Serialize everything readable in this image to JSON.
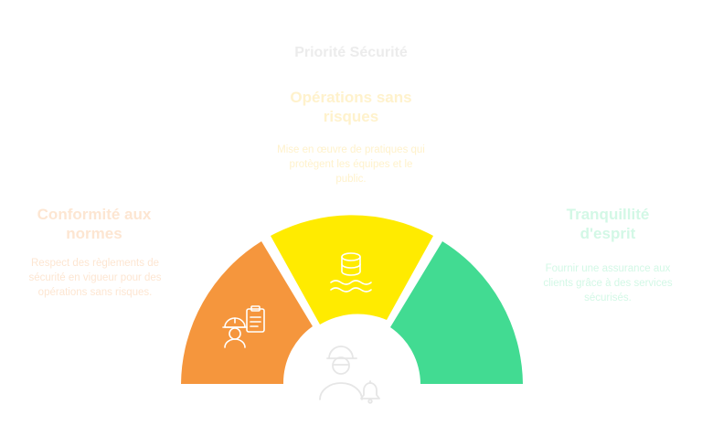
{
  "title": "Priorité Sécurité",
  "colors": {
    "title": "#ececec",
    "left": "#f5963d",
    "left_text": "#fde6d2",
    "middle": "#ffeb00",
    "middle_text": "#fff2cc",
    "right": "#42db92",
    "right_text": "#d3f8e6",
    "icon_stroke": "#ffffff",
    "center_icon": "#e6e6e6"
  },
  "segments": [
    {
      "heading": "Conformité aux normes",
      "description": "Respect des règlements de sécurité en vigueur pour des opérations sans risques.",
      "icon": "worker-clipboard-icon"
    },
    {
      "heading": "Opérations sans risques",
      "description": "Mise en œuvre de pratiques qui protègent les équipes et le public.",
      "icon": "database-water-icon"
    },
    {
      "heading": "Tranquillité d'esprit",
      "description": "Fournir une assurance aux clients grâce à des services sécurisés.",
      "icon": "none"
    }
  ],
  "center_icon": "manager-bell-icon"
}
